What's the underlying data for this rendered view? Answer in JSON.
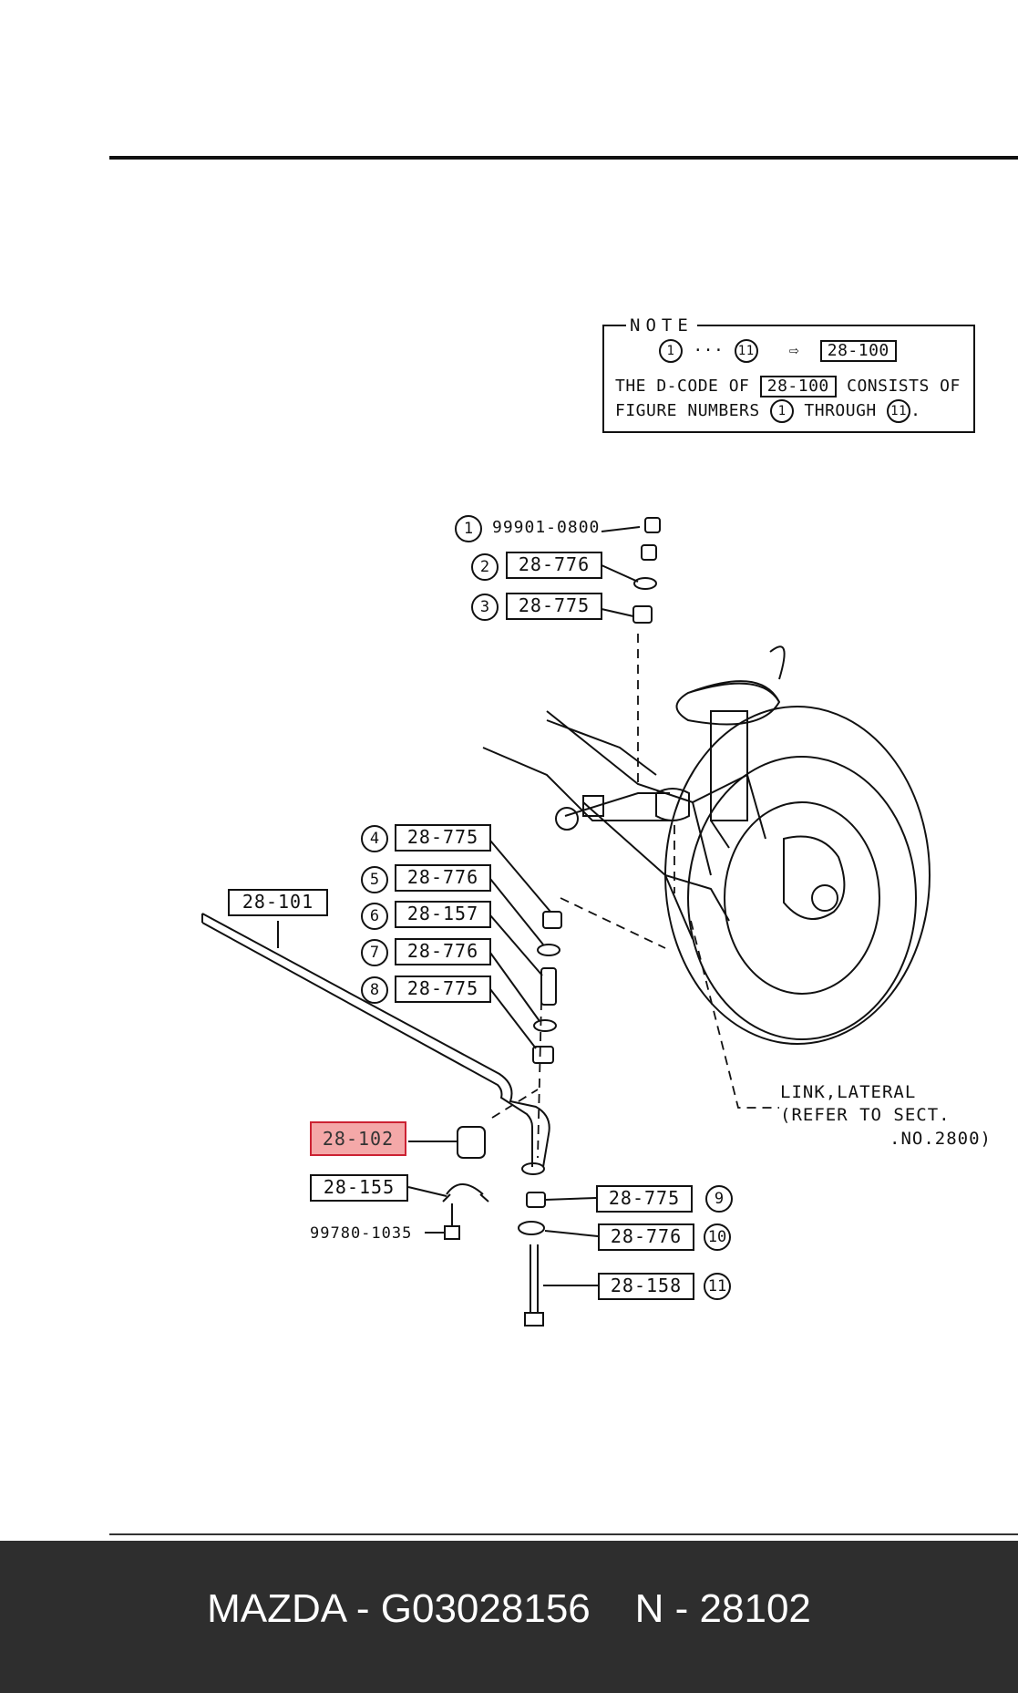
{
  "note": {
    "title": "NOTE",
    "range_start": "1",
    "range_sep": "···",
    "range_end": "11",
    "arrow": "⇨",
    "target_code": "28-100",
    "line2_prefix": "THE D-CODE OF",
    "line2_code": "28-100",
    "line2_suffix": "CONSISTS OF",
    "line3_prefix": "FIGURE NUMBERS",
    "line3_from": "1",
    "line3_mid": "THROUGH",
    "line3_to": "11",
    "line3_end": "."
  },
  "callouts": [
    {
      "num": "1",
      "code": "99901-0800"
    },
    {
      "num": "2",
      "code": "28-776"
    },
    {
      "num": "3",
      "code": "28-775"
    },
    {
      "num": "4",
      "code": "28-775"
    },
    {
      "num": "5",
      "code": "28-776"
    },
    {
      "num": "6",
      "code": "28-157"
    },
    {
      "num": "7",
      "code": "28-776"
    },
    {
      "num": "8",
      "code": "28-775"
    },
    {
      "num": "9",
      "code": "28-775"
    },
    {
      "num": "10",
      "code": "28-776"
    },
    {
      "num": "11",
      "code": "28-158"
    }
  ],
  "parts": {
    "stabilizer": "28-101",
    "bushing_highlighted": "28-102",
    "bracket": "28-155",
    "bolt": "99780-1035"
  },
  "link_note": {
    "line1": "LINK,LATERAL",
    "line2": "(REFER TO SECT.",
    "line3": ".NO.2800)"
  },
  "footer": {
    "brand": "MAZDA",
    "part_number": "G03028156",
    "ref": "N - 28102",
    "text": "MAZDA - G03028156    N - 28102"
  },
  "colors": {
    "highlight_fill": "#f4a8a8",
    "highlight_border": "#cc2233",
    "footer_bg": "#2e2e2e",
    "line": "#111111"
  }
}
